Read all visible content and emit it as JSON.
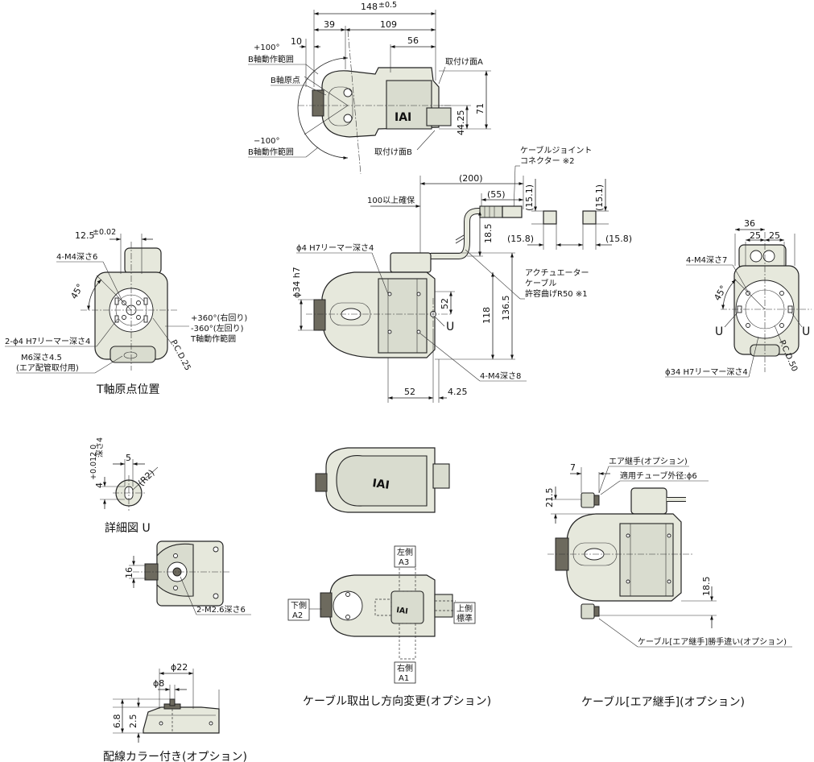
{
  "top_view": {
    "dim_total": "148",
    "dim_total_tol": "±0.5",
    "dim_10": "10",
    "dim_39": "39",
    "dim_109": "109",
    "dim_56": "56",
    "dim_44_25": "44.25",
    "dim_71": "71",
    "plus100": "+100°",
    "b_range_top": "B軸動作範囲",
    "b_origin": "B軸原点",
    "minus100": "−100°",
    "b_range_bottom": "B軸動作範囲",
    "mount_a": "取付け面A",
    "mount_b": "取付け面B"
  },
  "cable": {
    "joint_line1": "ケーブルジョイント",
    "joint_line2": "コネクター ※2",
    "dim_200": "(200)",
    "secure": "100以上確保",
    "dim_55": "(55)",
    "dim_15_1a": "(15.1)",
    "dim_15_1b": "(15.1)",
    "dim_18_5": "18.5",
    "dim_15_8a": "(15.8)",
    "dim_15_8b": "(15.8)"
  },
  "t_origin": {
    "dim_12_5": "12.5",
    "dim_12_5_tol": "±0.02",
    "m4": "4-M4深さ6",
    "angle": "45°",
    "range1": "+360°(右回り)",
    "range2": "-360°(左回り)",
    "range3": "T軸動作範囲",
    "pin": "2-ϕ4 H7リーマー深さ4",
    "m6a": "M6深さ4.5",
    "m6b": "(エア配管取付用)",
    "pcd": "P.C.D.25",
    "caption": "T軸原点位置"
  },
  "main_view": {
    "reamer": "ϕ4 H7リーマー深さ4",
    "dia34": "ϕ34 h7",
    "cable1": "アクチュエーター",
    "cable2": "ケーブル",
    "cable3": "許容曲げR50 ※1",
    "dim_52v": "52",
    "dim_118": "118",
    "dim_136_5": "136.5",
    "u": "U",
    "m4": "4-M4深さ8",
    "dim_52h": "52",
    "dim_4_25": "4.25",
    "logo": "IAI"
  },
  "right_view": {
    "dim_36": "36",
    "dim_25a": "25",
    "dim_25b": "25",
    "m4": "4-M4深さ7",
    "angle": "45°",
    "u_left": "U",
    "u_right": "U",
    "reamer": "ϕ34 H7リーマー深さ4",
    "pcd": "P.C.D.50"
  },
  "detail_u": {
    "dim_4": "4",
    "dim_4_tol": "+0.012  0",
    "depth": "深さ4",
    "dim_5": "5",
    "r2": "(R2)",
    "caption": "詳細図 U"
  },
  "small_view": {
    "dim_16": "16",
    "m26": "2-M2.6深さ6"
  },
  "collar": {
    "dim_22": "ϕ22",
    "dim_8": "ϕ8",
    "dim_6_8": "6.8",
    "dim_2_5": "2.5",
    "caption": "配線カラー付き(オプション)"
  },
  "direction_view": {
    "logo": "IAI",
    "left1": "左側",
    "left2": "A3",
    "down1": "下側",
    "down2": "A2",
    "up1": "上側",
    "up2": "標準",
    "right1": "右側",
    "right2": "A1",
    "caption": "ケーブル取出し方向変更(オプション)"
  },
  "air_view": {
    "fitting": "エア継手(オプション)",
    "tube": "適用チューブ外径:ϕ6",
    "dim_7": "7",
    "dim_21_5": "21.5",
    "dim_18_5": "18.5",
    "reverse": "ケーブル[エア継手]勝手違い(オプション)",
    "caption": "ケーブル[エア継手](オプション)"
  }
}
